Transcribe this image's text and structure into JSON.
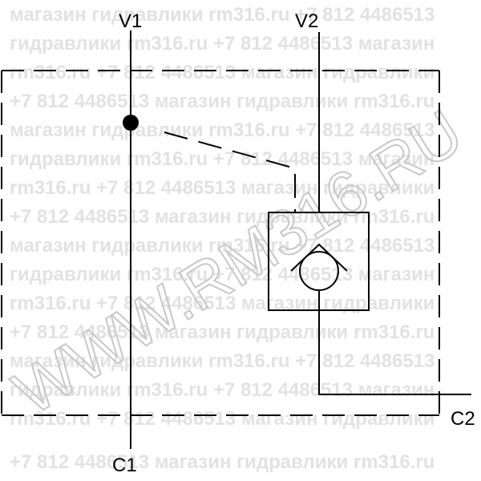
{
  "ports": {
    "v1": "V1",
    "v2": "V2",
    "c1": "C1",
    "c2": "C2"
  },
  "watermark": {
    "lines": [
      "магазин гидравлики rm316.ru +7 812 4486513",
      "гидравлики rm316.ru +7 812 4486513 магазин",
      "rm316.ru +7 812 4486513 магазин гидравлики",
      "+7 812 4486513 магазин гидравлики rm316.ru",
      "магазин гидравлики rm316.ru +7 812 4486513",
      "гидравлики rm316.ru +7 812 4486513 магазин",
      "rm316.ru +7 812 4486513 магазин гидравлики",
      "+7 812 4486513 магазин гидравлики rm316.ru",
      "магазин гидравлики rm316.ru +7 812 4486513",
      "гидравлики rm316.ru +7 812 4486513 магазин",
      "rm316.ru +7 812 4486513 магазин гидравлики",
      "+7 812 4486513 магазин гидравлики rm316.ru",
      "магазин гидравлики rm316.ru +7 812 4486513",
      "гидравлики rm316.ru +7 812 4486513 магазин",
      "rm316.ru +7 812 4486513 магазин гидравлики",
      "+7 812 4486513 магазин гидравлики rm316.ru"
    ],
    "diagonal": "WWW.RM316.RU"
  },
  "colors": {
    "line": "#000000",
    "watermark": "#e2e2e2"
  }
}
